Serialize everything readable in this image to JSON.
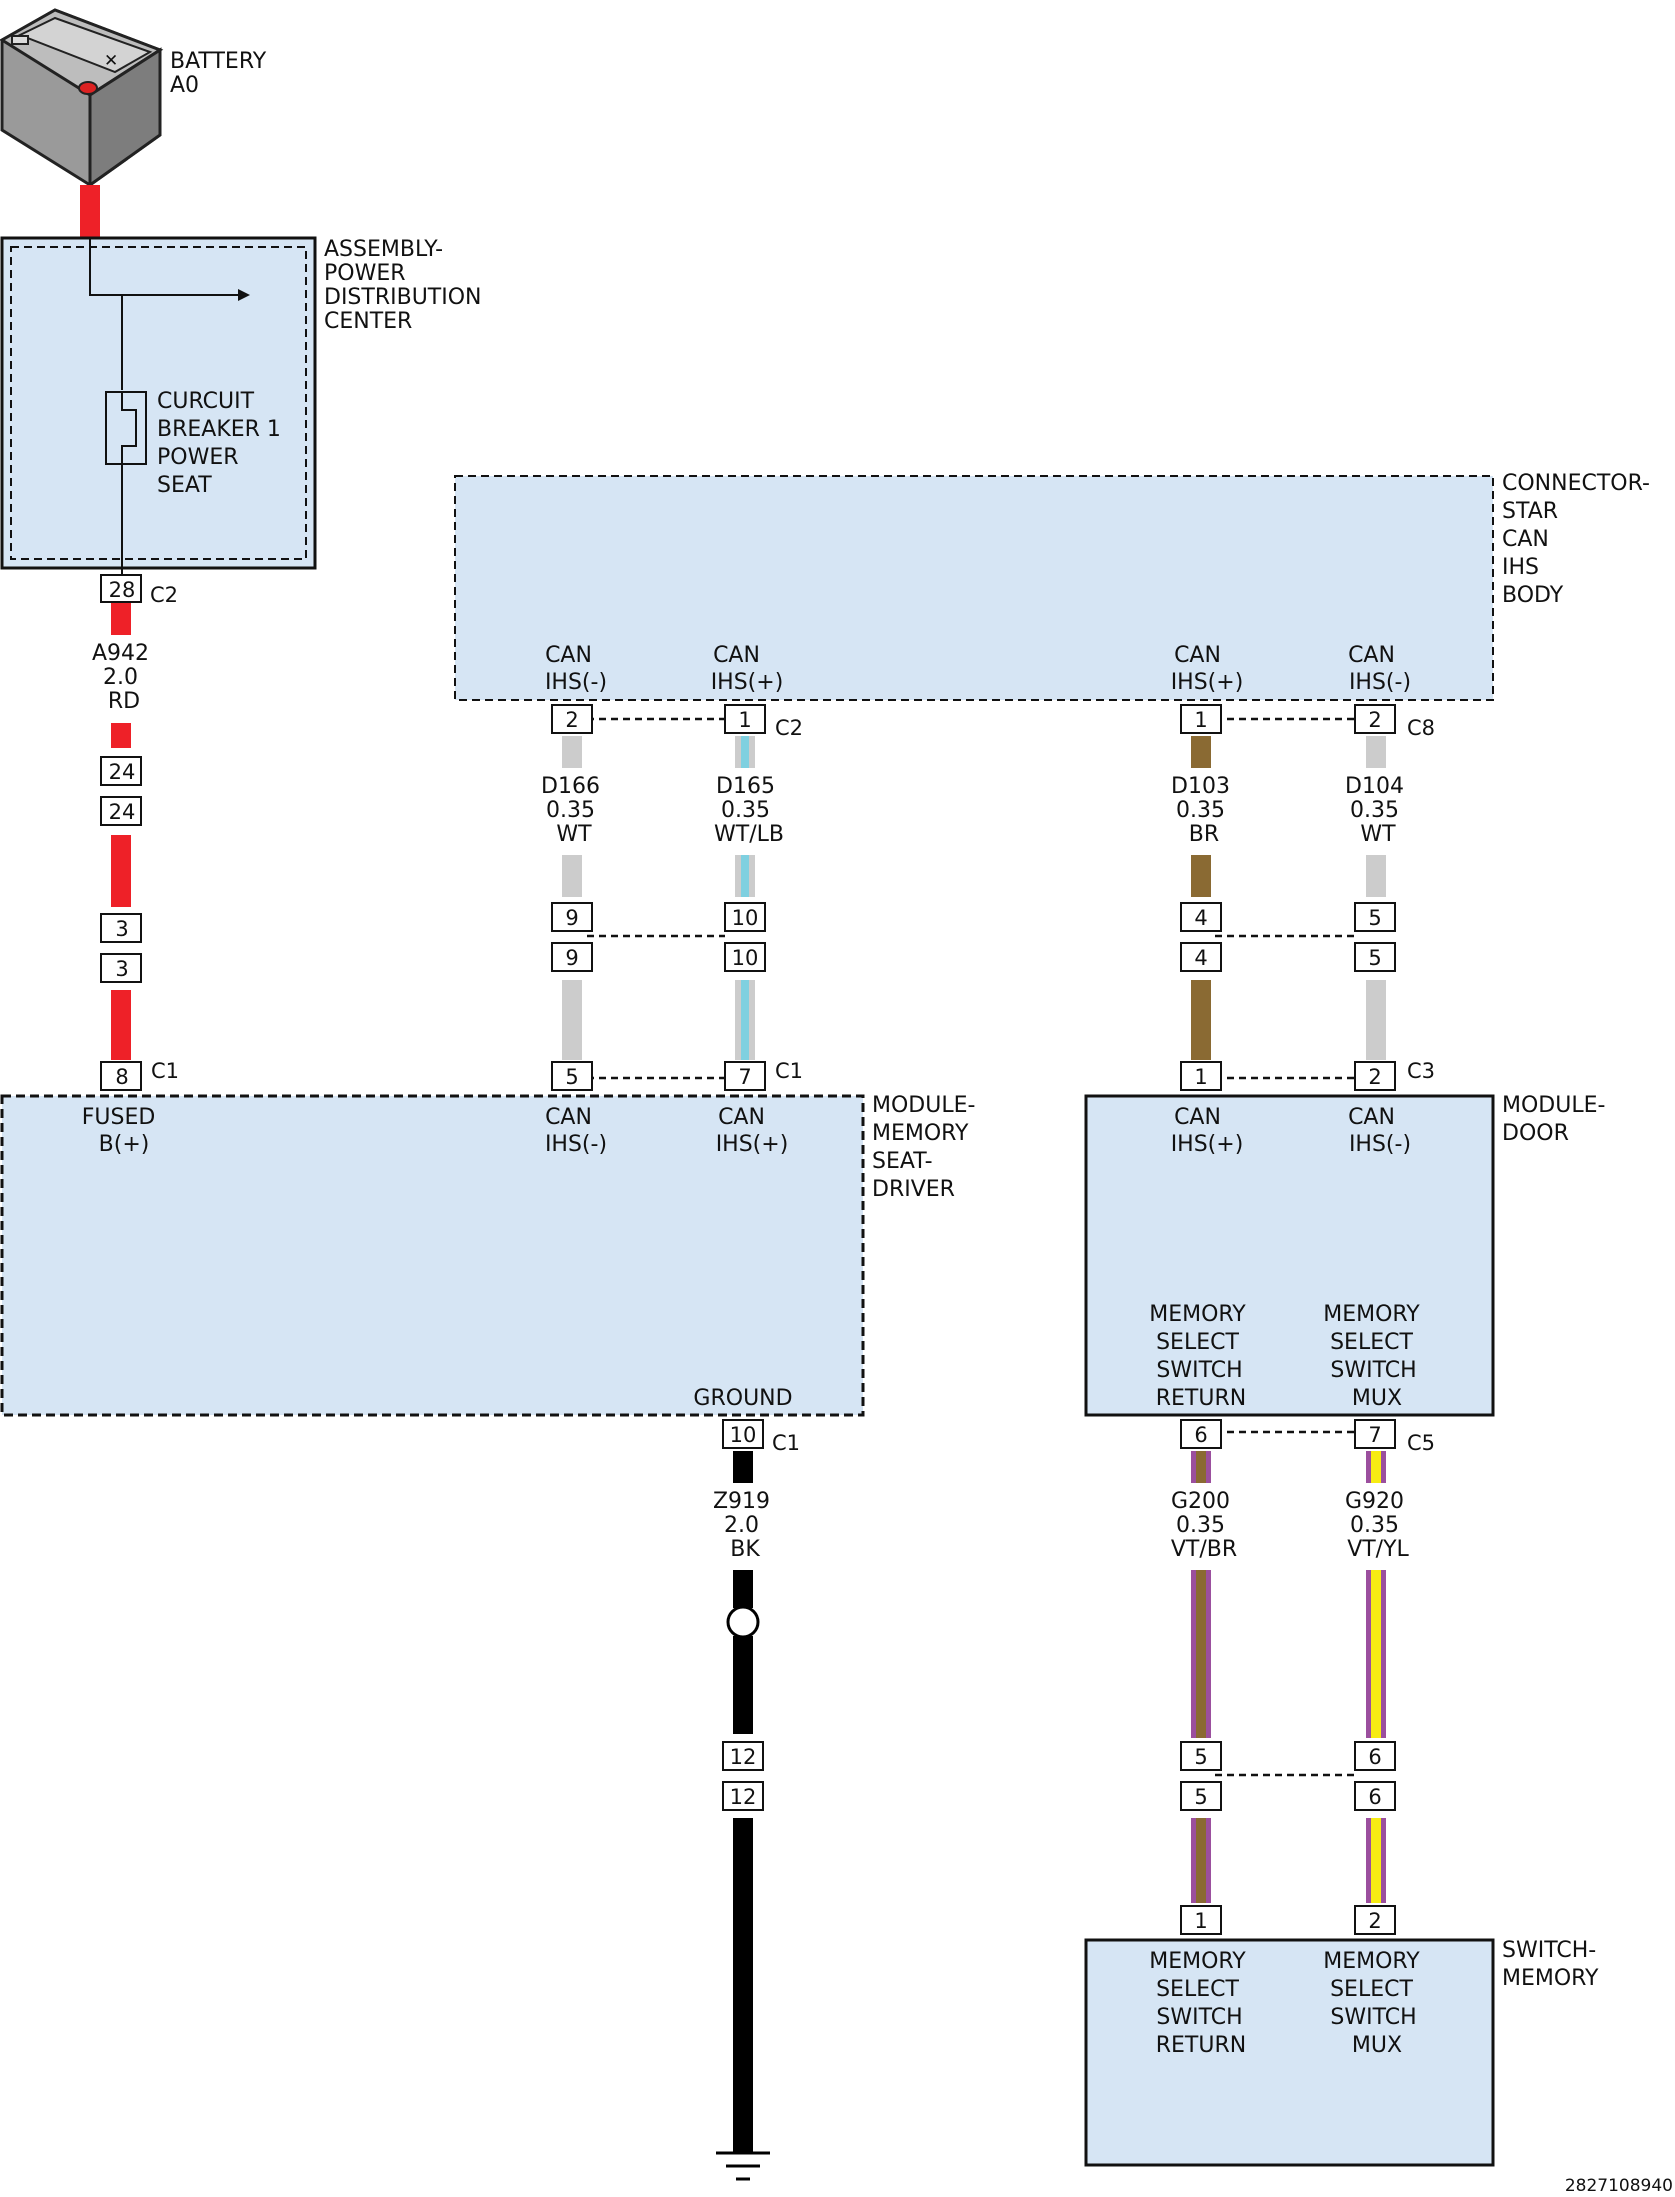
{
  "colors": {
    "module_fill": "#d6e5f4",
    "red": "#ee2128",
    "white_wire": "#cccccc",
    "light_blue": "#7fd0e0",
    "brown": "#8a6a33",
    "violet": "#9b4f9e",
    "yellow": "#f7ec13",
    "black": "#000000"
  },
  "battery": {
    "label": [
      "BATTERY",
      "A0"
    ]
  },
  "pdc": {
    "label": [
      "ASSEMBLY-",
      "POWER",
      "DISTRIBUTION",
      "CENTER"
    ],
    "breaker": [
      "CURCUIT",
      "BREAKER 1",
      "POWER",
      "SEAT"
    ],
    "pin": "28",
    "connector": "C2"
  },
  "star": {
    "label": [
      "CONNECTOR-",
      "STAR",
      "CAN",
      "IHS",
      "BODY"
    ],
    "pins": [
      {
        "name": [
          "CAN",
          "IHS(-)"
        ],
        "pin": "2"
      },
      {
        "name": [
          "CAN",
          "IHS(+)"
        ],
        "pin": "1"
      },
      {
        "name": [
          "CAN",
          "IHS(+)"
        ],
        "pin": "1"
      },
      {
        "name": [
          "CAN",
          "IHS(-)"
        ],
        "pin": "2"
      }
    ],
    "connector_left": "C2",
    "connector_right": "C8"
  },
  "wires": [
    {
      "id": "A942",
      "gauge": "2.0",
      "color": "RD"
    },
    {
      "id": "D166",
      "gauge": "0.35",
      "color": "WT"
    },
    {
      "id": "D165",
      "gauge": "0.35",
      "color": "WT/LB"
    },
    {
      "id": "D103",
      "gauge": "0.35",
      "color": "BR"
    },
    {
      "id": "D104",
      "gauge": "0.35",
      "color": "WT"
    },
    {
      "id": "Z919",
      "gauge": "2.0",
      "color": "BK"
    },
    {
      "id": "G200",
      "gauge": "0.35",
      "color": "VT/BR"
    },
    {
      "id": "G920",
      "gauge": "0.35",
      "color": "VT/YL"
    }
  ],
  "inline_pins": {
    "a942": [
      "24",
      "24",
      "3",
      "3"
    ],
    "d166": [
      "9",
      "9"
    ],
    "d165": [
      "10",
      "10"
    ],
    "d103": [
      "4",
      "4"
    ],
    "d104": [
      "5",
      "5"
    ],
    "z919": [
      "12",
      "12"
    ],
    "g200": [
      "5",
      "5"
    ],
    "g920": [
      "6",
      "6"
    ]
  },
  "mem_seat": {
    "label": [
      "MODULE-",
      "MEMORY",
      "SEAT-",
      "DRIVER"
    ],
    "pins": [
      {
        "name": [
          "FUSED",
          "B(+)"
        ],
        "pin": "8"
      },
      {
        "name": [
          "CAN",
          "IHS(-)"
        ],
        "pin": "5"
      },
      {
        "name": [
          "CAN",
          "IHS(+)"
        ],
        "pin": "7"
      }
    ],
    "connector": "C1",
    "ground_label": "GROUND",
    "ground_pin": "10",
    "ground_connector": "C1"
  },
  "door": {
    "label": [
      "MODULE-",
      "DOOR"
    ],
    "top_pins": [
      {
        "name": [
          "CAN",
          "IHS(+)"
        ],
        "pin": "1"
      },
      {
        "name": [
          "CAN",
          "IHS(-)"
        ],
        "pin": "2"
      }
    ],
    "top_connector": "C3",
    "bottom_names": [
      [
        "MEMORY",
        "SELECT",
        "SWITCH",
        "RETURN"
      ],
      [
        "MEMORY",
        "SELECT",
        "SWITCH",
        "MUX"
      ]
    ],
    "bottom_pins": [
      "6",
      "7"
    ],
    "bottom_connector": "C5"
  },
  "switch": {
    "label": [
      "SWITCH-",
      "MEMORY"
    ],
    "names": [
      [
        "MEMORY",
        "SELECT",
        "SWITCH",
        "RETURN"
      ],
      [
        "MEMORY",
        "SELECT",
        "SWITCH",
        "MUX"
      ]
    ],
    "pins": [
      "1",
      "2"
    ]
  },
  "figure_id": "2827108940"
}
